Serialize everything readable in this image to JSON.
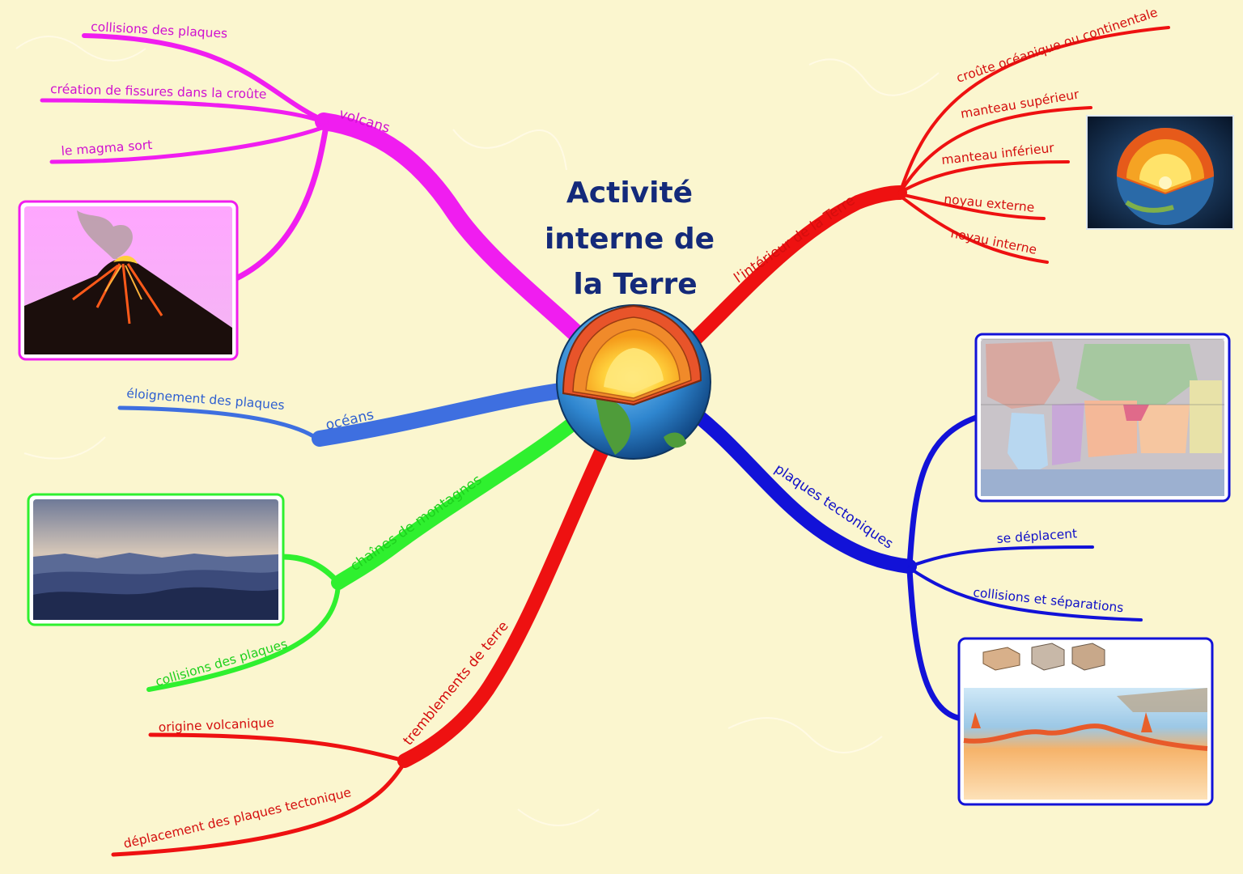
{
  "title_lines": [
    "Activité",
    "interne de",
    "la Terre"
  ],
  "colors": {
    "background": "#fbf6cf",
    "volcans": "#f01df0",
    "oceans": "#3e6fe0",
    "montagnes": "#2ff02f",
    "tremblements": "#ee1111",
    "interieur": "#ee1111",
    "plaques": "#1212d8",
    "title": "#142a7a"
  },
  "branches": {
    "volcans": {
      "label": "volcans",
      "items": [
        "collisions des plaques",
        "création de fissures dans la croûte",
        "le magma sort"
      ]
    },
    "oceans": {
      "label": "océans",
      "items": [
        "éloignement des plaques"
      ]
    },
    "montagnes": {
      "label": "chaînes de montagnes",
      "items": [
        "collisions des plaques"
      ]
    },
    "tremblements": {
      "label": "tremblements de terre",
      "items": [
        "origine volcanique",
        "déplacement des plaques tectoniques"
      ]
    },
    "interieur": {
      "label": "l'intérieur de la Terre",
      "items": [
        "croûte océanique ou continentale",
        "manteau supérieur",
        "manteau inférieur",
        "noyau externe",
        "noyau interne"
      ]
    },
    "plaques": {
      "label": "plaques tectoniques",
      "items": [
        "se déplacent",
        "collisions et séparations"
      ]
    }
  },
  "images": {
    "volcano": "volcano-image",
    "earth_section": "earth-cutaway-image",
    "mountains": "mountains-image",
    "world_map": "tectonic-plates-map-image",
    "tectonics": "plate-tectonics-diagram-image"
  }
}
